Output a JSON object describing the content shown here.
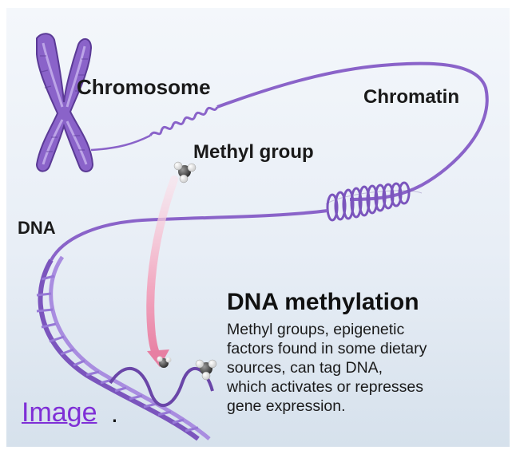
{
  "diagram": {
    "labels": {
      "chromosome": "Chromosome",
      "chromatin": "Chromatin",
      "methyl_group": "Methyl group",
      "dna": "DNA"
    },
    "caption": {
      "title": "DNA methylation",
      "lines": [
        "Methyl groups, epigenetic",
        "factors found in some dietary",
        "sources, can tag DNA,",
        "which activates or represses",
        "gene expression."
      ]
    }
  },
  "link": {
    "text": "Image",
    "trailing": "."
  },
  "colors": {
    "background_top": "#f4f7fb",
    "background_bottom": "#d9e3ee",
    "strand_purple": "#8a63c9",
    "strand_light": "#b69ce6",
    "strand_dark": "#5b3a96",
    "arrow_pink": "#f4b8cc",
    "link_color": "#7f2fd6"
  }
}
